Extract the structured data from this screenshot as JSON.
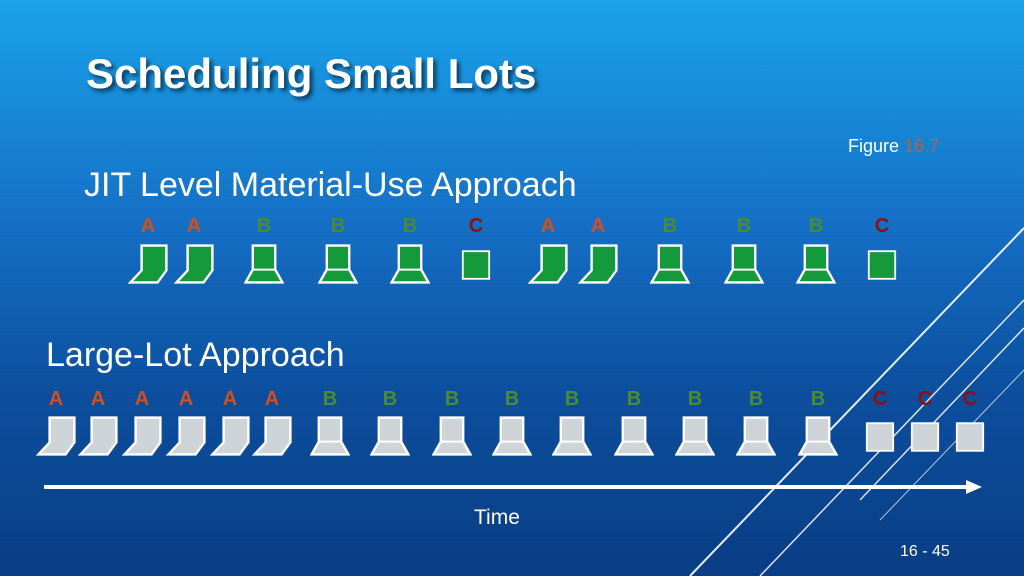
{
  "slide": {
    "title": "Scheduling Small Lots",
    "figure_prefix": "Figure",
    "figure_number": "16.7",
    "page_number": "16 - 45"
  },
  "colors": {
    "A": "#d0501e",
    "B": "#4c8c2e",
    "C": "#8e1010"
  },
  "jit": {
    "title": "JIT Level Material-Use Approach",
    "fill": "#149a3a",
    "sequence": [
      "A",
      "A",
      "B",
      "B",
      "B",
      "C",
      "A",
      "A",
      "B",
      "B",
      "B",
      "C"
    ]
  },
  "large_lot": {
    "title": "Large-Lot Approach",
    "fill": "#cfd4d9",
    "sequence": [
      "A",
      "A",
      "A",
      "A",
      "A",
      "A",
      "B",
      "B",
      "B",
      "B",
      "B",
      "B",
      "B",
      "B",
      "B",
      "C",
      "C",
      "C"
    ]
  },
  "axis": {
    "label": "Time"
  }
}
